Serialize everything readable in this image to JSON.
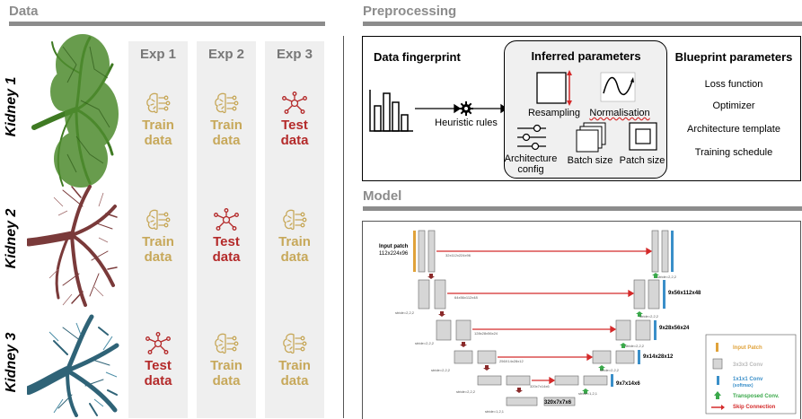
{
  "sections": {
    "data": "Data",
    "preprocessing": "Preprocessing",
    "model": "Model"
  },
  "experiments": [
    "Exp 1",
    "Exp 2",
    "Exp 3"
  ],
  "kidneys": [
    {
      "label": "Kidney 1",
      "color": "#3f7a23",
      "cells": [
        "train",
        "train",
        "test"
      ]
    },
    {
      "label": "Kidney 2",
      "color": "#7a3a3a",
      "cells": [
        "train",
        "test",
        "train"
      ]
    },
    {
      "label": "Kidney 3",
      "color": "#2f6377",
      "cells": [
        "test",
        "train",
        "train"
      ]
    }
  ],
  "cell_labels": {
    "train": {
      "line1": "Train",
      "line2": "data",
      "icon": "brain-icon",
      "color": "#c7a85a"
    },
    "test": {
      "line1": "Test",
      "line2": "data",
      "icon": "network-icon",
      "color": "#b42a2a"
    }
  },
  "preprocessing": {
    "data_fingerprint": "Data fingerprint",
    "heuristic_rules": "Heuristic rules",
    "inferred_title": "Inferred parameters",
    "inferred": [
      "Resampling",
      "Normalisation",
      "Architecture config",
      "Batch size",
      "Patch size"
    ],
    "blueprint_title": "Blueprint parameters",
    "blueprint": [
      "Loss function",
      "Optimizer",
      "Architecture template",
      "Training schedule"
    ]
  },
  "model": {
    "input_patch": "Input patch",
    "input_size": "112x224x96",
    "skip_labels": [
      "32x112x224x96",
      "64x56x112x48",
      "128x28x56x24",
      "256X14x28x12",
      "320x7x14x6"
    ],
    "stride_labels": [
      "stride=1,1,1",
      "stride=2,2,2",
      "stride=2,2,2",
      "stride=2,2,2",
      "stride=2,2,2",
      "stride=1,2,1"
    ],
    "up_labels": [
      "stride=2,2,2",
      "stride=2,2,2",
      "stride=2,2,2",
      "stride=2,2,2",
      "stride=1,2,1"
    ],
    "out_sizes": [
      "9x56x112x48",
      "9x28x56x24",
      "9x14x28x12",
      "9x7x14x6"
    ],
    "bottleneck": "320x7x7x6",
    "legend": [
      {
        "label": "Input Patch",
        "color": "#e0a23a"
      },
      {
        "label": "3x3x3 Conv",
        "color": "#b9b9b9"
      },
      {
        "label": "1x1x1 Conv",
        "sub": "(softmax)",
        "color": "#3a8fc9"
      },
      {
        "label": "Transposed Conv.",
        "color": "#3aa84a"
      },
      {
        "label": "Skip Connection",
        "color": "#d42a2a"
      }
    ]
  }
}
